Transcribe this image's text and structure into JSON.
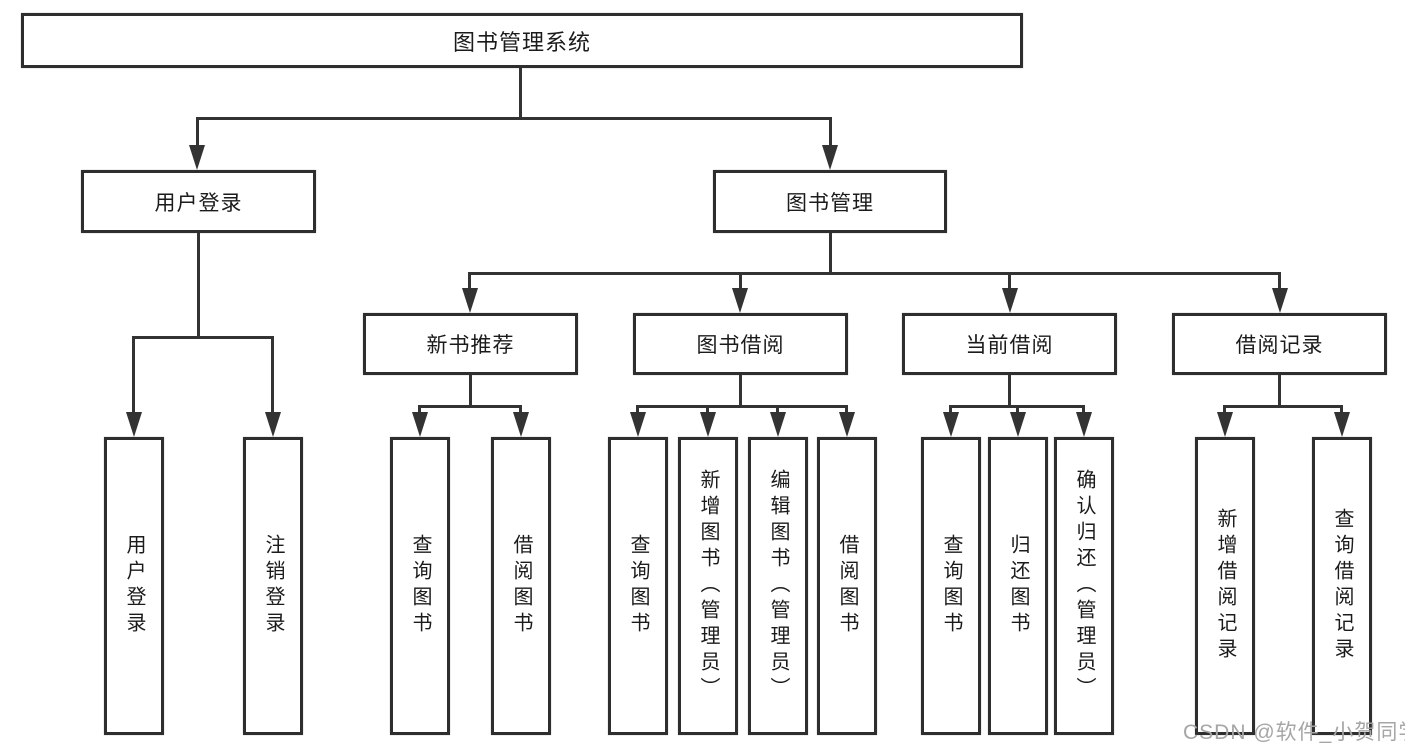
{
  "diagram": {
    "root": "图书管理系统",
    "level2": [
      "用户登录",
      "图书管理"
    ],
    "level3": [
      "新书推荐",
      "图书借阅",
      "当前借阅",
      "借阅记录"
    ],
    "leaves": {
      "user_login": [
        "用户登录",
        "注销登录"
      ],
      "new_book_rec": [
        "查询图书",
        "借阅图书"
      ],
      "book_borrow": [
        "查询图书",
        "新增图书（管理员）",
        "编辑图书（管理员）",
        "借阅图书"
      ],
      "current_borrow": [
        "查询图书",
        "归还图书",
        "确认归还（管理员）"
      ],
      "borrow_records": [
        "新增借阅记录",
        "查询借阅记录"
      ]
    }
  },
  "watermark": {
    "text": "CSDN @软件_小贺同学",
    "color": "#a6a6a6"
  },
  "colors": {
    "border": "#2e2e2e",
    "line": "#333333",
    "text": "#1b1b1b",
    "background": "#ffffff"
  }
}
